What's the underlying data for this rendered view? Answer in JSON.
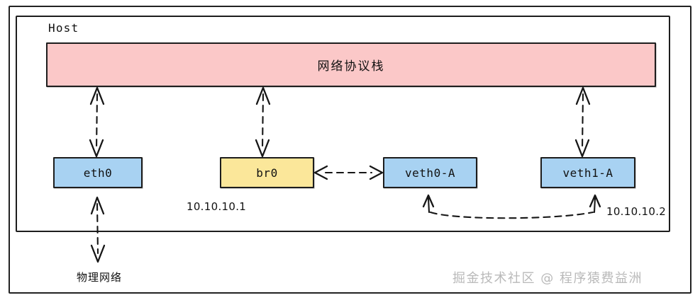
{
  "diagram": {
    "title_region": "host-network-bridge",
    "host": {
      "label": "Host"
    },
    "protocol_stack": {
      "label": "网络协议栈",
      "color": "#fbc8c8"
    },
    "nodes": [
      {
        "id": "eth0",
        "label": "eth0",
        "color": "#a8d2f2"
      },
      {
        "id": "br0",
        "label": "br0",
        "color": "#fbe79a"
      },
      {
        "id": "veth0-a",
        "label": "veth0-A",
        "color": "#a8d2f2"
      },
      {
        "id": "veth1-a",
        "label": "veth1-A",
        "color": "#a8d2f2"
      }
    ],
    "addresses": {
      "br0_ip": "10.10.10.1",
      "veth1_ip": "10.10.10.2"
    },
    "external": {
      "physical_network_label": "物理网络"
    },
    "watermark": {
      "text": "掘金技术社区 @ 程序猿费益洲",
      "color": "#b9b9b9"
    },
    "connections": [
      {
        "from": "protocol-stack",
        "to": "eth0",
        "style": "dashed-bidirectional"
      },
      {
        "from": "protocol-stack",
        "to": "br0",
        "style": "dashed-bidirectional"
      },
      {
        "from": "protocol-stack",
        "to": "veth1-a",
        "style": "dashed-bidirectional"
      },
      {
        "from": "br0",
        "to": "veth0-a",
        "style": "dashed-bidirectional"
      },
      {
        "from": "veth0-a",
        "to": "veth1-a",
        "style": "dashed-curved-bidirectional"
      },
      {
        "from": "eth0",
        "to": "physical-network",
        "style": "dashed-bidirectional"
      }
    ],
    "colors": {
      "stroke": "#161616",
      "stack_fill": "#fbc8c8",
      "bridge_fill": "#fbe79a",
      "interface_fill": "#a8d2f2"
    }
  }
}
